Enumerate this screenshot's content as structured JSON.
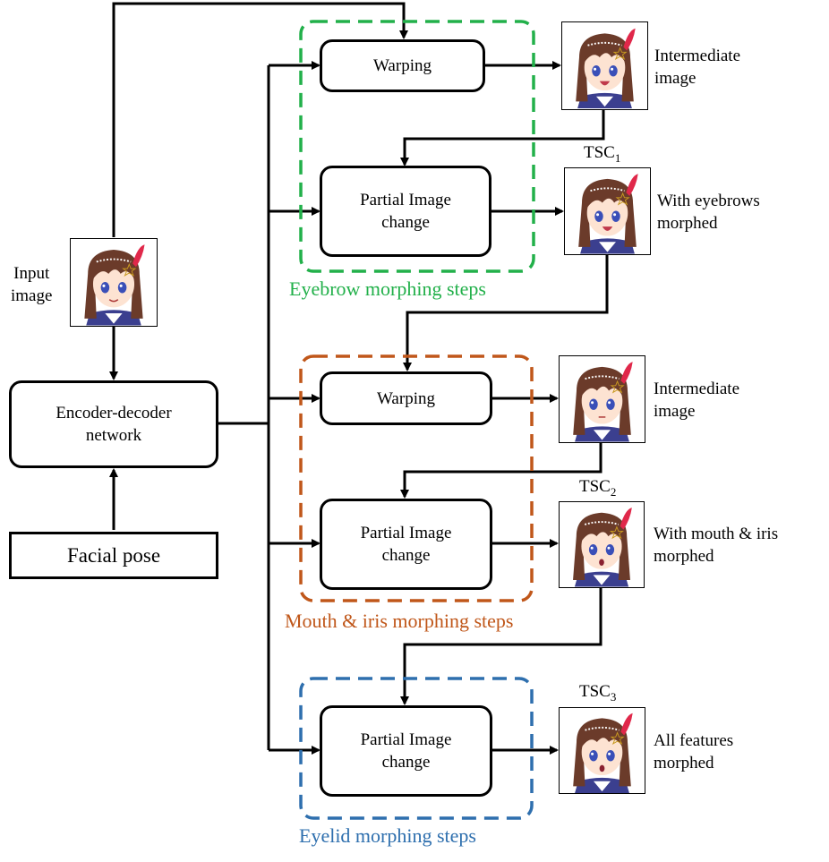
{
  "colors": {
    "green": "#22b04a",
    "orange": "#c0571a",
    "blue": "#2e6fae",
    "line": "#000000"
  },
  "labels": {
    "input_image": [
      "Input",
      "image"
    ],
    "encoder_decoder": [
      "Encoder-decoder",
      "network"
    ],
    "facial_pose": "Facial pose",
    "warping": "Warping",
    "partial_image_change": [
      "Partial Image",
      "change"
    ],
    "intermediate_image": [
      "Intermediate",
      "image"
    ],
    "with_eyebrows": [
      "With eyebrows",
      "morphed"
    ],
    "with_mouth_iris": [
      "With mouth & iris",
      "morphed"
    ],
    "all_features": [
      "All features",
      "morphed"
    ],
    "tsc_base": "TSC",
    "tsc1_sub": "1",
    "tsc2_sub": "2",
    "tsc3_sub": "3"
  },
  "steps": {
    "eyebrow": "Eyebrow morphing steps",
    "mouth_iris": "Mouth & iris morphing steps",
    "eyelid": "Eyelid morphing steps"
  },
  "icons": {
    "portrait": "anime-face-thumbnail"
  }
}
